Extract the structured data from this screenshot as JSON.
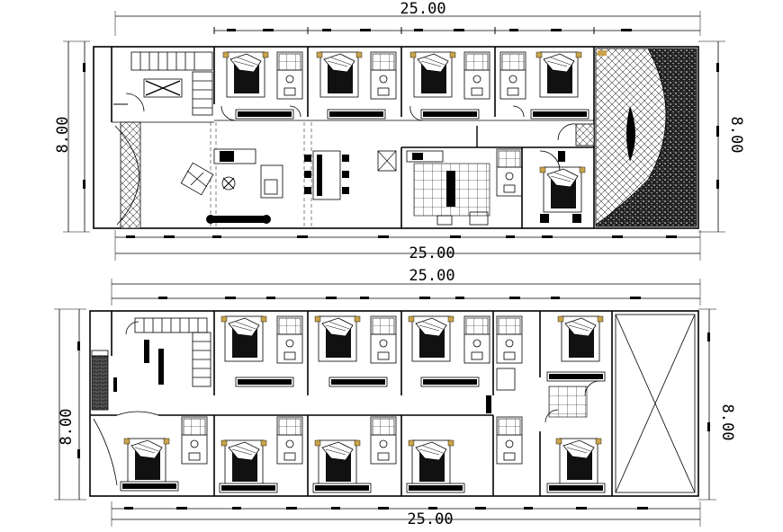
{
  "upper_plan": {
    "dim_top": "25.00",
    "dim_bottom": "25.00",
    "dim_left": "8.00",
    "dim_right": "8.00"
  },
  "lower_plan": {
    "dim_top": "25.00",
    "dim_bottom": "25.00",
    "dim_left": "8.00",
    "dim_right": "8.00"
  }
}
